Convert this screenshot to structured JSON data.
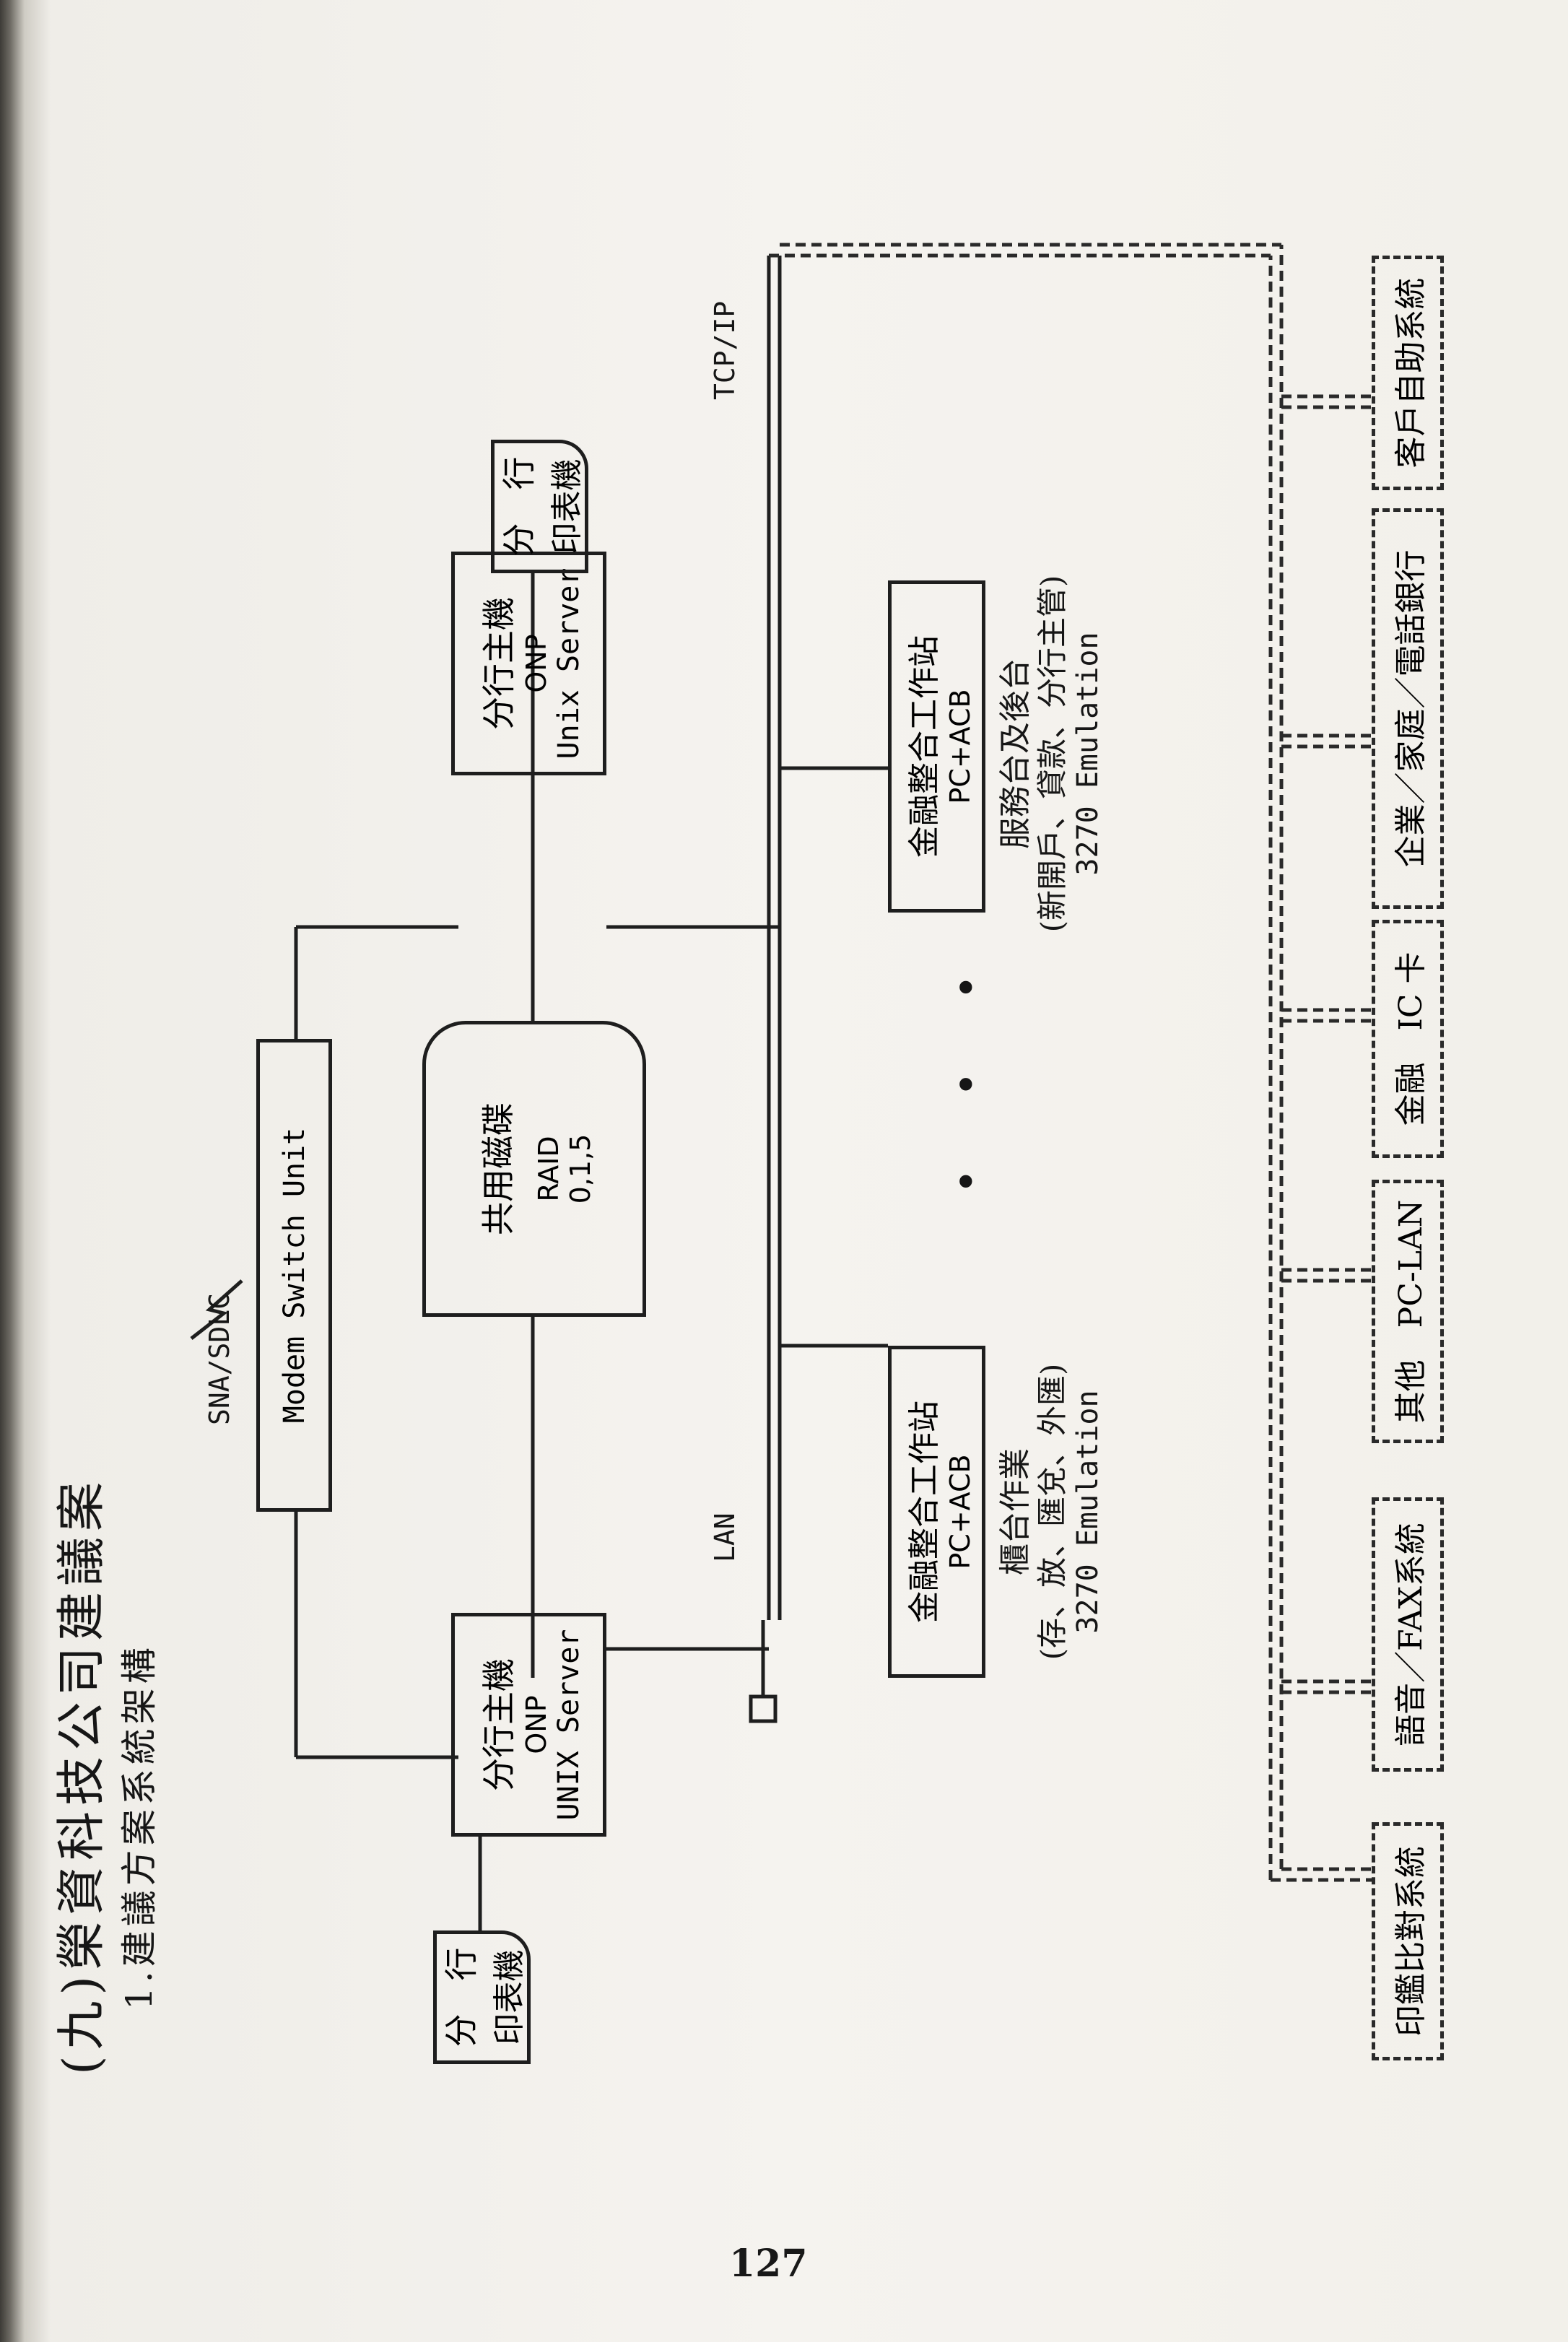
{
  "heading": {
    "title": "(九)榮資科技公司建議案",
    "subtitle": "1.建議方案系統架構"
  },
  "nodes": {
    "printer_left": {
      "line1": "分　行",
      "line2": "印表機"
    },
    "server_left": {
      "line1": "分行主機",
      "line2": "ONP",
      "line3": "UNIX Server"
    },
    "modem": {
      "label": "Modem Switch Unit",
      "link_label": "SNA/SDLC"
    },
    "disk": {
      "line1": "共用磁碟",
      "line2": "RAID",
      "line3": "0,1,5"
    },
    "server_right": {
      "line1": "分行主機",
      "line2": "ONP",
      "line3": "Unix Server"
    },
    "printer_right": {
      "line1": "分　行",
      "line2": "印表機"
    },
    "ws_left": {
      "line1": "金融整合工作站",
      "line2": "PC+ACB",
      "note1": "櫃台作業",
      "note2": "(存、放、匯兌、外匯)",
      "note3": "3270 Emulation"
    },
    "ws_right": {
      "line1": "金融整合工作站",
      "line2": "PC+ACB",
      "note1": "服務台及後台",
      "note2": "(新開戶、貸款、分行主管)",
      "note3": "3270 Emulation"
    }
  },
  "network": {
    "lan_label": "LAN",
    "tcpip_label": "TCP/IP",
    "ellipsis": "• • •"
  },
  "systems": [
    "印鑑比對系統",
    "語音／FAX系統",
    "其他　PC-LAN",
    "金融　IC 卡",
    "企業／家庭／電話銀行",
    "客戶自助系統"
  ],
  "bleed_through": [
    "",
    "",
    "",
    "",
    "",
    "",
    "",
    "",
    "",
    "",
    ""
  ],
  "page_number": "127"
}
